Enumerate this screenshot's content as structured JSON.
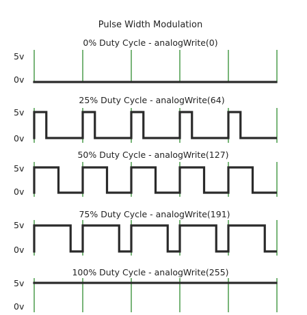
{
  "title": "Pulse Width Modulation",
  "colors": {
    "background": "#ffffff",
    "signal": "#2a2a2a",
    "period_marker": "#2e8b2e",
    "text": "#222222"
  },
  "panels": [
    {
      "label": "0% Duty Cycle - analogWrite(0)",
      "duty": 0,
      "high_label": "5v",
      "low_label": "0v"
    },
    {
      "label": "25% Duty Cycle - analogWrite(64)",
      "duty": 0.25,
      "high_label": "5v",
      "low_label": "0v"
    },
    {
      "label": "50% Duty Cycle - analogWrite(127)",
      "duty": 0.5,
      "high_label": "5v",
      "low_label": "0v"
    },
    {
      "label": "75% Duty Cycle - analogWrite(191)",
      "duty": 0.75,
      "high_label": "5v",
      "low_label": "0v"
    },
    {
      "label": "100% Duty Cycle - analogWrite(255)",
      "duty": 1,
      "high_label": "5v",
      "low_label": "0v"
    }
  ],
  "periods": 5
}
